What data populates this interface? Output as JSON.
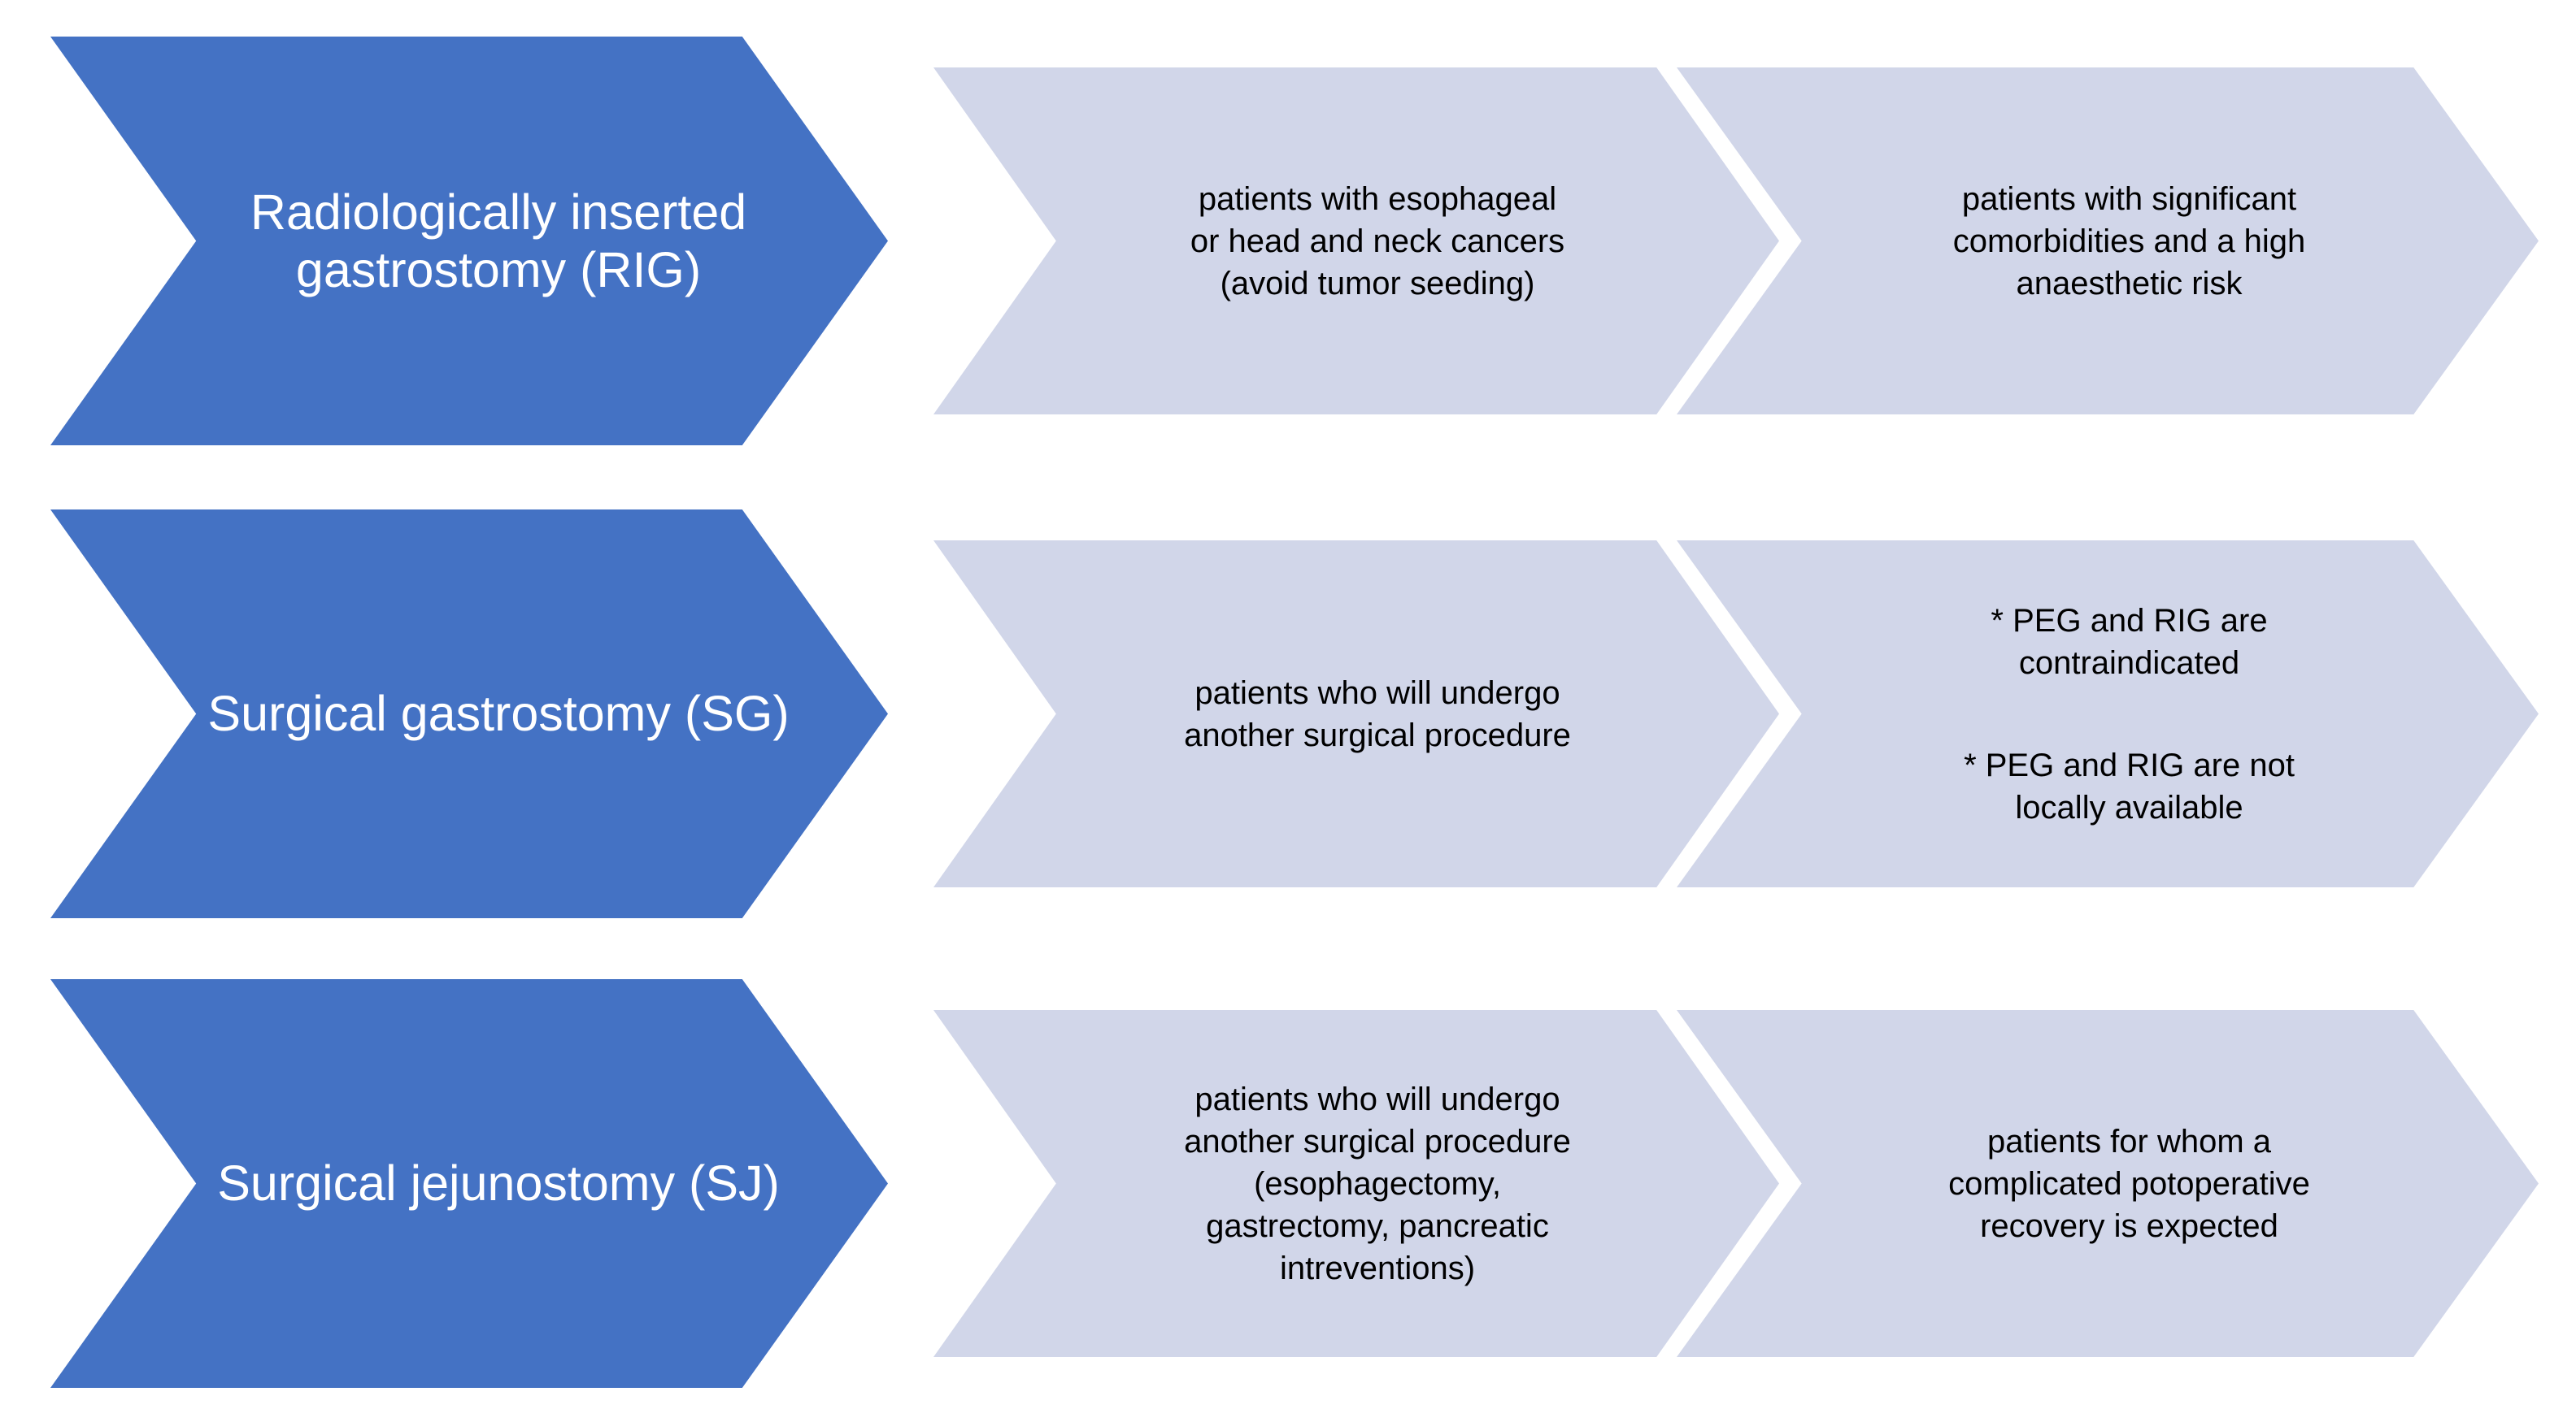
{
  "colors": {
    "primary": "#4472C4",
    "secondary": "#D1D6E9",
    "primary_text": "#FFFFFF",
    "secondary_text": "#000000",
    "background": "#FFFFFF"
  },
  "diagram": {
    "type": "chevron-process-matrix",
    "rows": [
      {
        "id": "rig",
        "primary": {
          "label": "Radiologically inserted gastrostomy (RIG)",
          "abbreviation": "RIG"
        },
        "stages": [
          {
            "text": "patients with esophageal\nor head and neck cancers\n(avoid tumor seeding)"
          },
          {
            "text": "patients with significant\ncomorbidities and a high\nanaesthetic risk"
          }
        ]
      },
      {
        "id": "sg",
        "primary": {
          "label": "Surgical gastrostomy (SG)",
          "abbreviation": "SG"
        },
        "stages": [
          {
            "text": "patients who will undergo\nanother surgical procedure"
          },
          {
            "paragraphs": [
              "* PEG and RIG are\ncontraindicated",
              "* PEG and RIG are not\nlocally available"
            ]
          }
        ]
      },
      {
        "id": "sj",
        "primary": {
          "label": "Surgical jejunostomy (SJ)",
          "abbreviation": "SJ"
        },
        "stages": [
          {
            "text": "patients who will undergo\nanother surgical procedure\n(esophagectomy,\ngastrectomy, pancreatic\nintreventions)"
          },
          {
            "text": "patients for whom a\ncomplicated potoperative\nrecovery is expected"
          }
        ]
      }
    ]
  }
}
